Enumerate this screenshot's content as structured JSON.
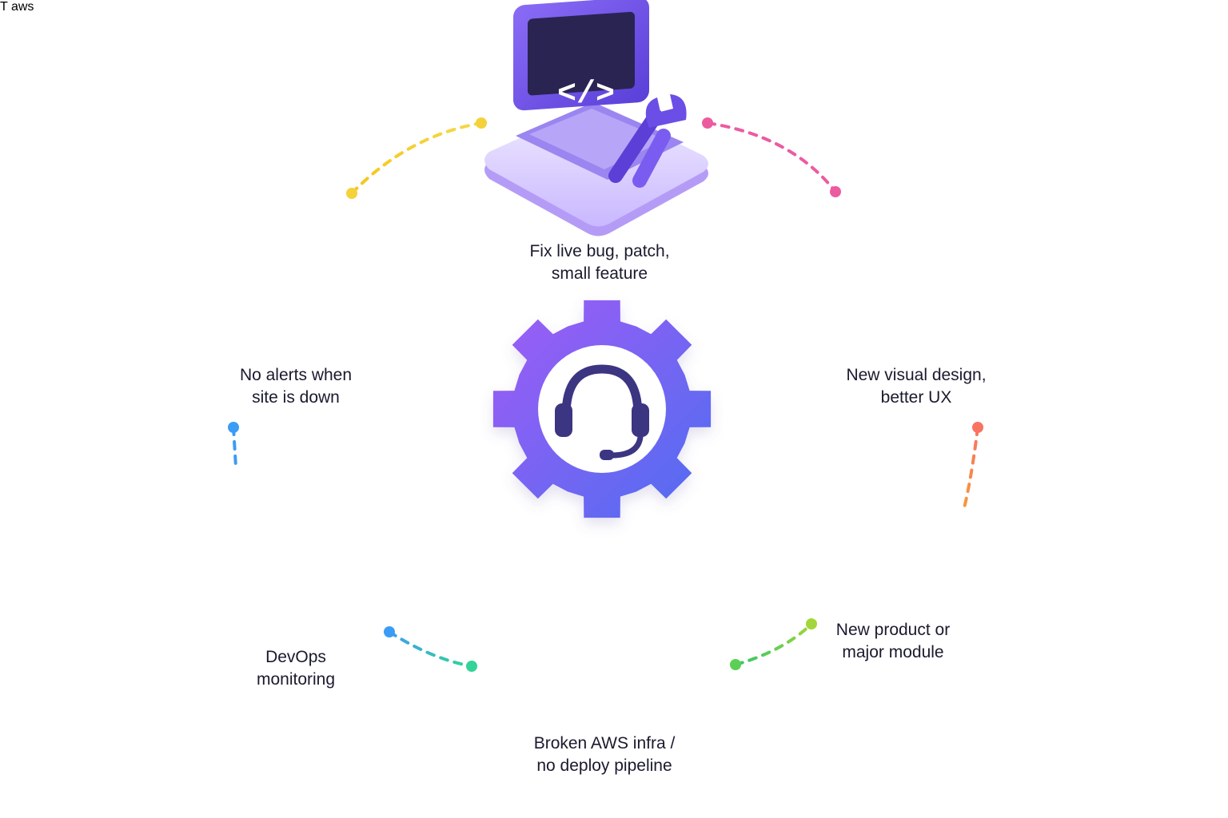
{
  "center": {
    "icon": "headset-in-gear-icon"
  },
  "nodes": [
    {
      "id": "fix-bug",
      "icon": "laptop-code-wrench-icon",
      "lines": [
        "Fix live bug, patch,",
        "small feature"
      ],
      "accent": "#7b5cf0"
    },
    {
      "id": "visual-design",
      "icon": "browser-design-pencil-icon",
      "lines": [
        "New visual design,",
        "better UX"
      ],
      "accent": "#e94aa8"
    },
    {
      "id": "new-product",
      "icon": "cube-blocks-icon",
      "lines": [
        "New product or",
        "major module"
      ],
      "accent": "#f0653a"
    },
    {
      "id": "aws-infra",
      "icon": "aws-cloud-database-icon",
      "lines": [
        "Broken AWS infra /",
        "no deploy pipeline"
      ],
      "accent": "#22b57a"
    },
    {
      "id": "devops",
      "icon": "monitor-infinity-gear-icon",
      "lines": [
        "DevOps",
        "monitoring"
      ],
      "accent": "#2f6fe0"
    },
    {
      "id": "alerts",
      "icon": "bell-alert-icon",
      "lines": [
        "No alerts when",
        "site is down"
      ],
      "accent": "#f5b92a"
    }
  ],
  "aws_text": "aws",
  "code_text": "</>",
  "design_text": "T",
  "colors": {
    "purple": "#7b5cf0",
    "pink": "#ec4899",
    "orange": "#f97316",
    "green": "#22c55e",
    "blue": "#3b82f6",
    "yellow": "#f5c518"
  }
}
